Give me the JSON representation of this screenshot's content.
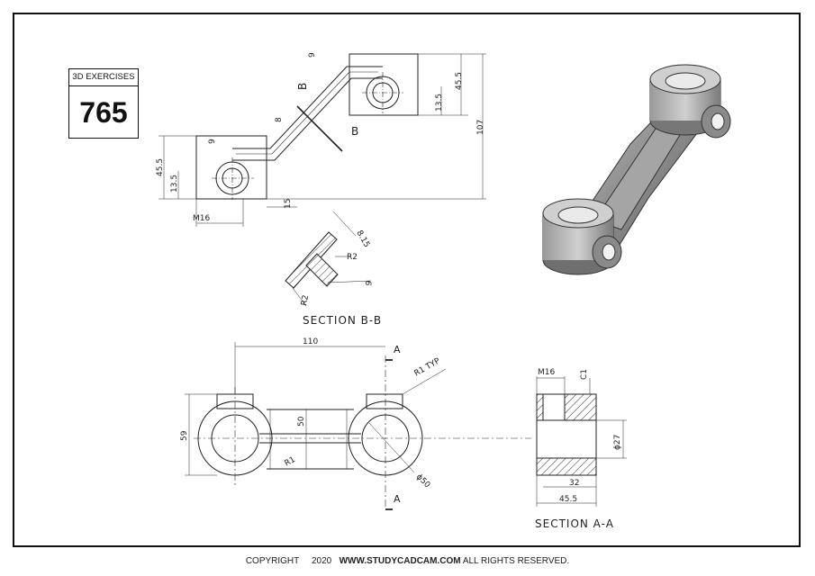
{
  "badge": {
    "label": "3D EXERCISES",
    "number": "765"
  },
  "footer": {
    "copyright": "COPYRIGHT",
    "year": "2020",
    "site": "WWW.STUDYCADCAM.COM",
    "rights": "ALL RIGHTS RESERVED."
  },
  "top_view": {
    "dims": {
      "d9_top": "9",
      "d45_5_right": "45.5",
      "d13_5_right": "13.5",
      "d107": "107",
      "d8": "8",
      "d9_left": "9",
      "d45_5_left": "45.5",
      "d13_5_left": "13.5",
      "m16": "M16",
      "d15": "15"
    },
    "section_mark_1": "B",
    "section_mark_2": "B"
  },
  "section_bb": {
    "title": "SECTION B-B",
    "d8_15": "8.15",
    "r2_a": "R2",
    "r2_b": "R2",
    "d9": "9"
  },
  "front_view": {
    "dims": {
      "d110": "110",
      "d59": "59",
      "d50": "50",
      "r1_typ": "R1 TYP",
      "r1": "R1",
      "phi50": "ϕ50"
    },
    "cut_a_top": "A",
    "cut_a_bottom": "A"
  },
  "section_aa": {
    "title": "SECTION A-A",
    "m16": "M16",
    "c1": "C1",
    "phi27": "ϕ27",
    "d32": "32",
    "d45_5": "45.5"
  }
}
